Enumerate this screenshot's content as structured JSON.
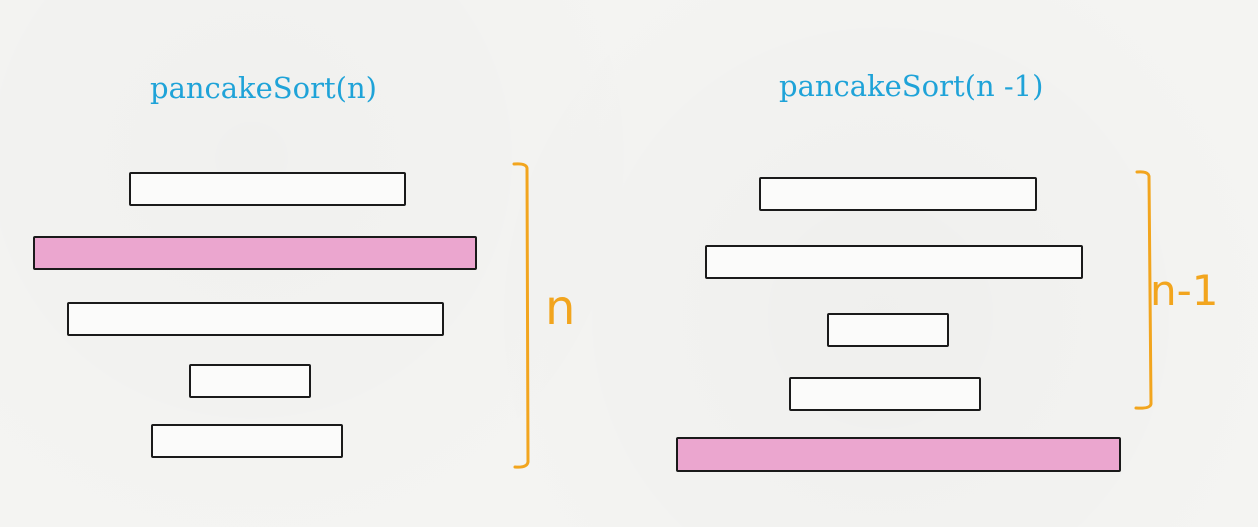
{
  "left_panel": {
    "title": "pancakeSort(n)",
    "bracket_label": "n",
    "pancakes": [
      {
        "highlight": false
      },
      {
        "highlight": true
      },
      {
        "highlight": false
      },
      {
        "highlight": false
      },
      {
        "highlight": false
      }
    ]
  },
  "right_panel": {
    "title": "pancakeSort(n -1)",
    "bracket_label": "n-1",
    "pancakes": [
      {
        "highlight": false
      },
      {
        "highlight": false
      },
      {
        "highlight": false
      },
      {
        "highlight": false
      },
      {
        "highlight": true
      }
    ]
  },
  "colors": {
    "title": "#1fa3d8",
    "bracket": "#f2a51e",
    "highlight": "#eba6cf",
    "outline": "#1a1a1a"
  }
}
